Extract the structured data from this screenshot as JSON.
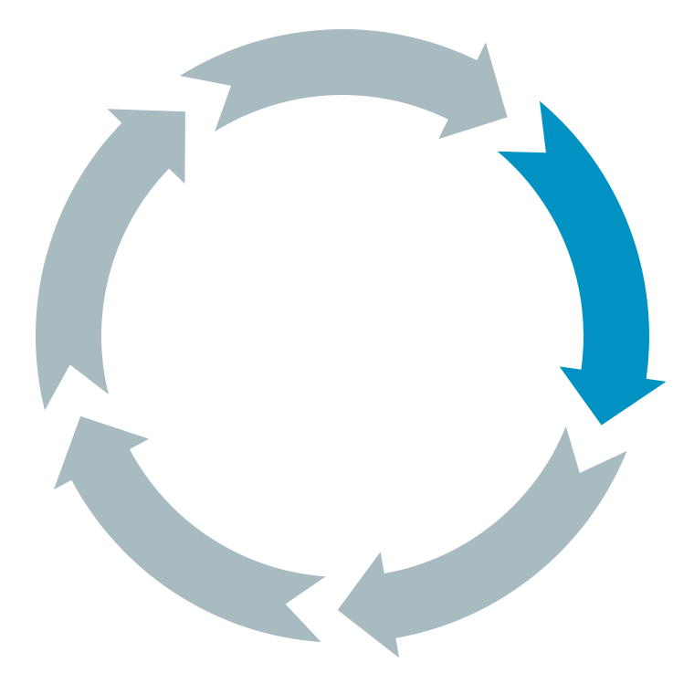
{
  "diagram": {
    "type": "cycle",
    "segment_count": 5,
    "highlighted_index": 1,
    "colors": {
      "default": "#a7bbc1",
      "highlight": "#0092c3",
      "background": "#ffffff"
    }
  }
}
